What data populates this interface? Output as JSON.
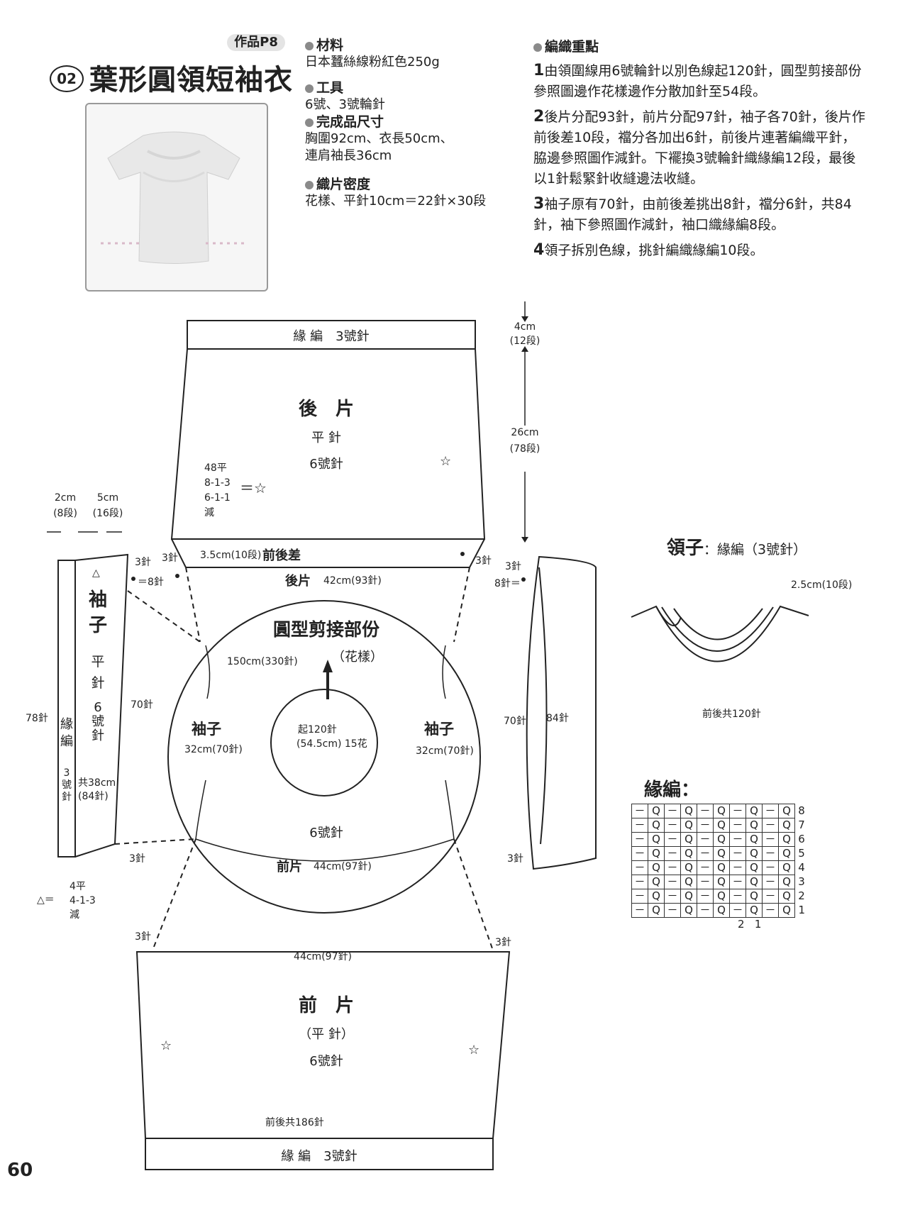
{
  "header": {
    "product_tag": "作品P8",
    "number": "02",
    "title": "葉形圓領短袖衣"
  },
  "materials": {
    "material_label": "材料",
    "material_value": "日本蠶絲線粉紅色250g",
    "tool_label": "工具",
    "tool_value": "6號、3號輪針",
    "size_label": "完成品尺寸",
    "size_value_1": "胸圍92cm、衣長50cm、",
    "size_value_2": "連肩袖長36cm",
    "gauge_label": "織片密度",
    "gauge_value": "花樣、平針10cm＝22針×30段"
  },
  "steps": {
    "label": "編織重點",
    "items": [
      {
        "n": "1",
        "text": "由領圍線用6號輪針以別色線起120針，圓型剪接部份參照圖邊作花樣邊作分散加針至54段。"
      },
      {
        "n": "2",
        "text": "後片分配93針，前片分配97針，袖子各70針，後片作前後差10段，襠分各加出6針，前後片連著編織平針，脇邊參照圖作減針。下襬換3號輪針織緣編12段，最後以1針鬆緊針收縫邊法收縫。"
      },
      {
        "n": "3",
        "text": "袖子原有70針，由前後差挑出8針，襠分6針，共84針，袖下參照圖作減針，袖口織緣編8段。"
      },
      {
        "n": "4",
        "text": "領子拆別色線，挑針編織緣編10段。"
      }
    ]
  },
  "diagram": {
    "back_border": "緣 編　3號針",
    "back_title": "後　片",
    "back_stitch": "平 針",
    "back_needle": "6號針",
    "back_dec_1": "48平",
    "back_dec_2": "8-1-3",
    "back_dec_3": "6-1-1",
    "back_dec_4": "減",
    "back_dec_eq": "＝☆",
    "dim_4cm": "4cm",
    "dim_12r": "(12段)",
    "dim_26cm": "26cm",
    "dim_78r": "(78段)",
    "front_back_diff": "3.5cm(10段)",
    "front_back_diff_label": "前後差",
    "back_width_label": "後片",
    "back_width": "42cm(93針)",
    "s3": "3針",
    "eq8": "＝8針",
    "eq8r": "8針＝",
    "dim_2cm": "2cm",
    "dim_8r": "(8段)",
    "dim_5cm": "5cm",
    "dim_16r": "(16段)",
    "circle_title": "圓型剪接部份",
    "circle_pattern": "（花樣）",
    "circle_outer": "150cm(330針)",
    "inner_1": "起120針",
    "inner_2": "(54.5cm) 15花",
    "sleeve_label": "袖子",
    "sleeve_width": "32cm(70針)",
    "circle_needle": "6號針",
    "front_label": "前片",
    "front_width": "44cm(97針)",
    "sl_title_1": "袖",
    "sl_title_2": "子",
    "sl_stitch_1": "平",
    "sl_stitch_2": "針",
    "sl_needle_1": "6",
    "sl_needle_2": "號",
    "sl_needle_3": "針",
    "sl_border_1": "緣",
    "sl_border_2": "編",
    "sl_border_3": "3",
    "sl_border_4": "號",
    "sl_border_5": "針",
    "sl_70": "70針",
    "sl_78": "78針",
    "sl_total_1": "共38cm",
    "sl_total_2": "(84針)",
    "sl_dec_tri": "△＝",
    "sl_dec_1": "4平",
    "sl_dec_2": "4-1-3",
    "sl_dec_3": "減",
    "r_70": "70針",
    "r_84": "84針",
    "front_top_width": "44cm(97針)",
    "front_title": "前　片",
    "front_stitch": "（平 針）",
    "front_needle": "6號針",
    "front_total": "前後共186針",
    "front_border": "緣 編　3號針",
    "tri": "△",
    "star": "☆"
  },
  "collar": {
    "title": "領子",
    "sub": "：緣編（3號針）",
    "dim": "2.5cm(10段)",
    "total": "前後共120針"
  },
  "chart": {
    "title": "緣編：",
    "rows": [
      "8",
      "7",
      "6",
      "5",
      "4",
      "3",
      "2",
      "1"
    ],
    "cols": [
      "2",
      "1"
    ],
    "purl": "－",
    "twist": "Q"
  },
  "page_number": "60"
}
